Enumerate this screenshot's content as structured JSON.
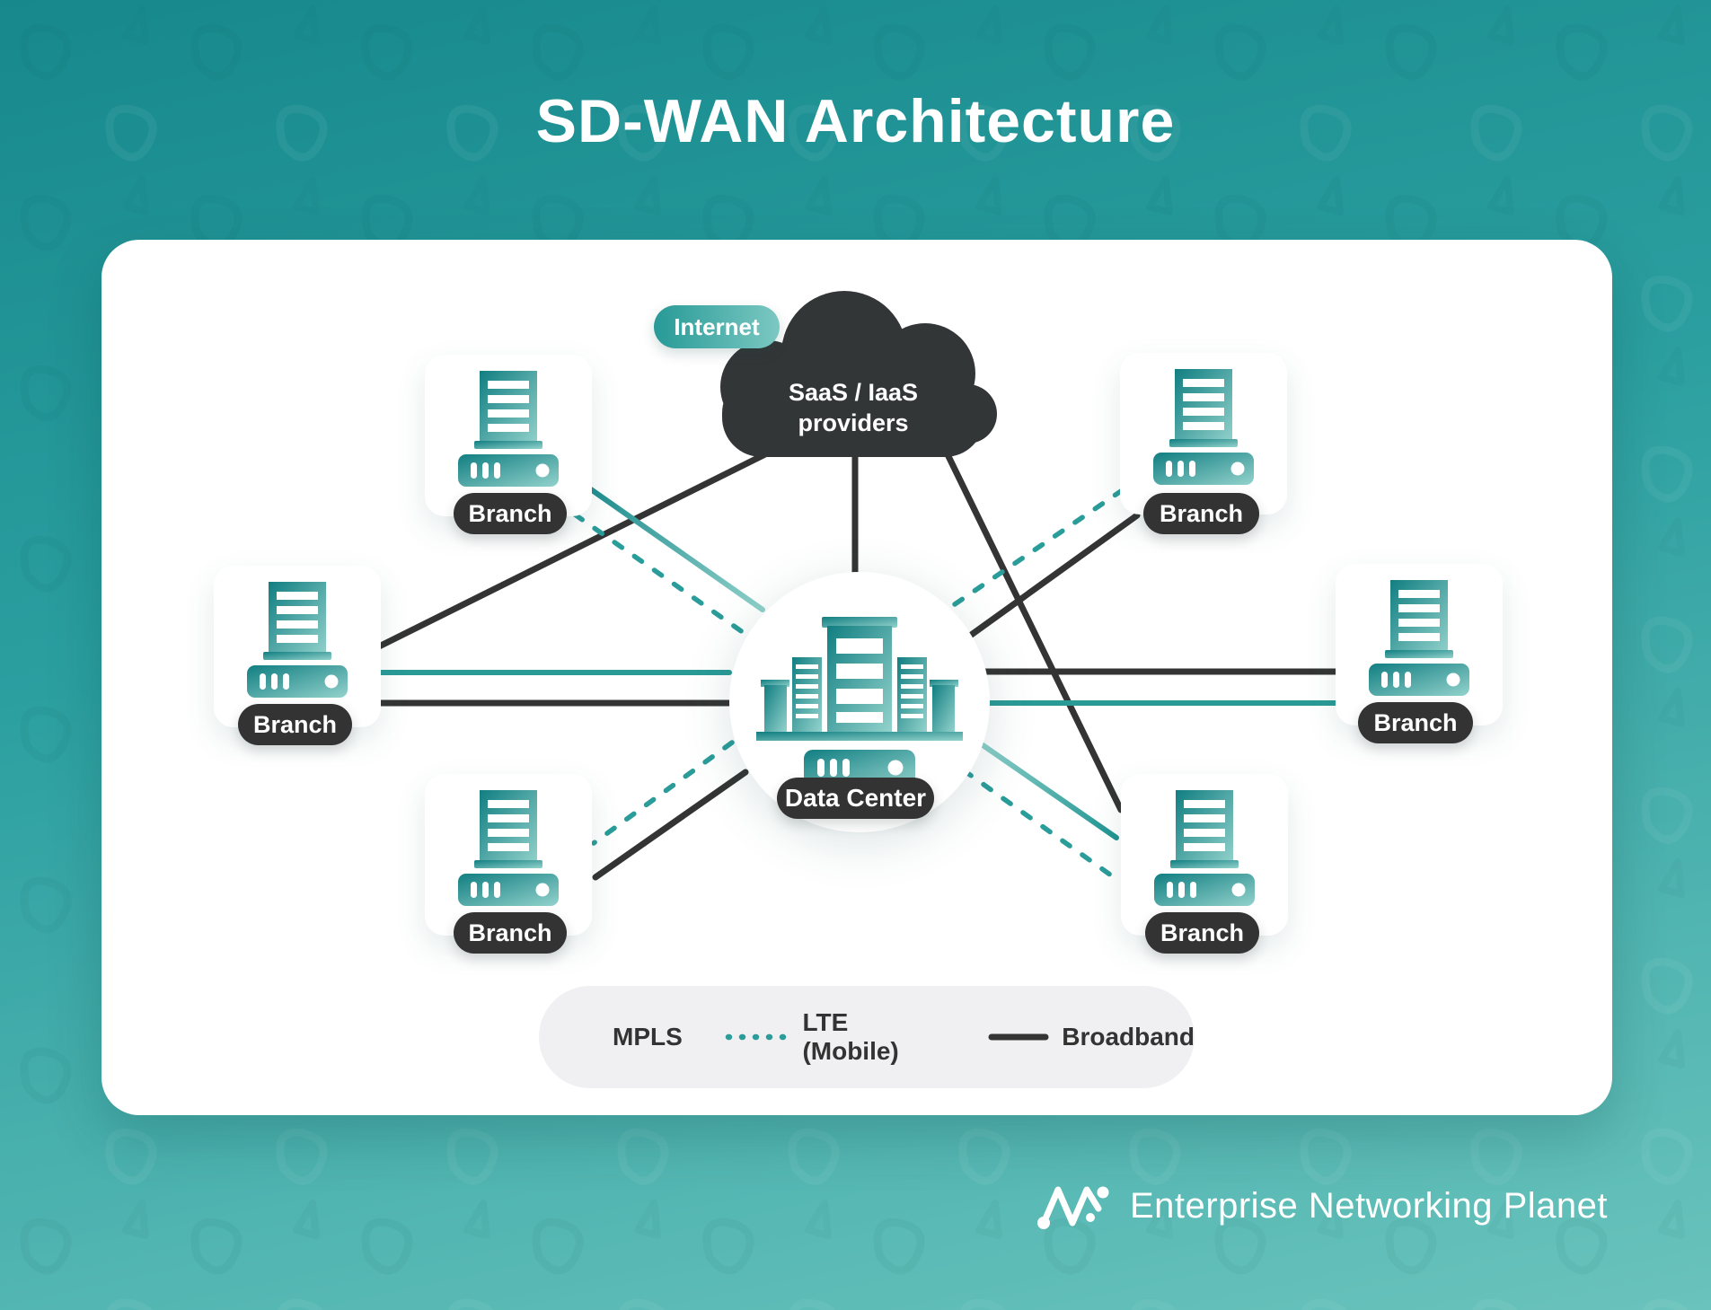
{
  "title": "SD-WAN Architecture",
  "cloud": {
    "line1": "SaaS / IaaS",
    "line2": "providers"
  },
  "internet_badge": "Internet",
  "data_center_label": "Data Center",
  "branches": [
    {
      "position": "top-left",
      "label": "Branch"
    },
    {
      "position": "mid-left",
      "label": "Branch"
    },
    {
      "position": "bottom-left",
      "label": "Branch"
    },
    {
      "position": "top-right",
      "label": "Branch"
    },
    {
      "position": "mid-right",
      "label": "Branch"
    },
    {
      "position": "bottom-right",
      "label": "Branch"
    }
  ],
  "legend": {
    "items": [
      {
        "id": "mpls",
        "label": "MPLS",
        "line_style": "solid",
        "color": "#2b9b98"
      },
      {
        "id": "lte",
        "label": "LTE (Mobile)",
        "line_style": "dotted",
        "color": "#2a9c99"
      },
      {
        "id": "broadband",
        "label": "Broadband",
        "line_style": "solid",
        "color": "#343434"
      }
    ]
  },
  "brand": "Enterprise Networking Planet",
  "colors": {
    "background_top": "#17898d",
    "background_bottom": "#6ac3bc",
    "teal_line": "#2b9b98",
    "dark": "#343434",
    "panel": "#ffffff",
    "legend_background": "#f0f0f2"
  },
  "connections": [
    {
      "from": "cloud",
      "to": "branch-mid-left",
      "type": "broadband"
    },
    {
      "from": "cloud",
      "to": "data-center",
      "type": "broadband"
    },
    {
      "from": "cloud",
      "to": "branch-bottom-right",
      "type": "broadband"
    },
    {
      "from": "data-center",
      "to": "branch-top-right",
      "type": "broadband"
    },
    {
      "from": "data-center",
      "to": "branch-mid-right",
      "type": "broadband"
    },
    {
      "from": "branch-mid-left",
      "to": "data-center",
      "type": "broadband"
    },
    {
      "from": "data-center",
      "to": "branch-bottom-left",
      "type": "broadband"
    },
    {
      "from": "branch-top-left",
      "to": "data-center",
      "type": "mpls"
    },
    {
      "from": "branch-mid-left",
      "to": "data-center",
      "type": "mpls"
    },
    {
      "from": "data-center",
      "to": "branch-mid-right",
      "type": "mpls"
    },
    {
      "from": "data-center",
      "to": "branch-bottom-right",
      "type": "mpls"
    },
    {
      "from": "branch-top-left",
      "to": "data-center",
      "type": "lte"
    },
    {
      "from": "data-center",
      "to": "branch-top-right",
      "type": "lte"
    },
    {
      "from": "data-center",
      "to": "branch-bottom-left",
      "type": "lte"
    },
    {
      "from": "data-center",
      "to": "branch-bottom-right",
      "type": "lte"
    }
  ]
}
